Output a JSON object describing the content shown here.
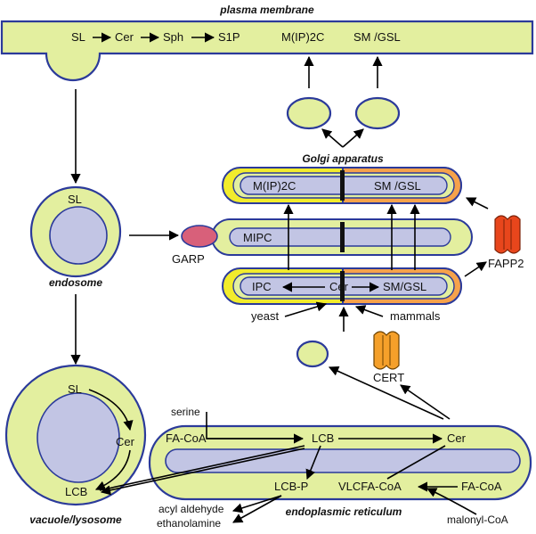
{
  "colors": {
    "membrane_fill": "#e3ef9f",
    "membrane_stroke": "#2b3a9a",
    "lumen_fill": "#c2c5e4",
    "golgi_yellow": "#f2ec2c",
    "golgi_orange": "#f6a24b",
    "garp": "#d8607a",
    "fapp2": "#e8461c",
    "cert": "#f5a02a"
  },
  "icons": {
    "garp": "ellipse-protein-icon",
    "fapp2": "protein-domain-icon",
    "cert": "protein-domain-icon"
  },
  "plasma_membrane": {
    "title": "plasma membrane",
    "sl": "SL",
    "cer": "Cer",
    "sph": "Sph",
    "s1p": "S1P",
    "mip2c": "M(IP)2C",
    "smgsl": "SM /GSL"
  },
  "golgi": {
    "title": "Golgi apparatus",
    "top_left": "M(IP)2C",
    "top_right": "SM /GSL",
    "mid": "MIPC",
    "bottom_ipc": "IPC",
    "bottom_cer": "Cer",
    "bottom_smgsl": "SM/GSL",
    "yeast": "yeast",
    "mammals": "mammals"
  },
  "proteins": {
    "garp": "GARP",
    "fapp2": "FAPP2",
    "cert": "CERT"
  },
  "endosome": {
    "title": "endosome",
    "sl": "SL"
  },
  "vacuole": {
    "title": "vacuole/lysosome",
    "sl": "SL",
    "cer": "Cer",
    "lcb": "LCB"
  },
  "er": {
    "title": "endoplasmic reticulum",
    "serine": "serine",
    "facoa_left": "FA-CoA",
    "lcb": "LCB",
    "cer": "Cer",
    "lcbp": "LCB-P",
    "vlcfacoa": "VLCFA-CoA",
    "facoa_right": "FA-CoA",
    "acyl_aldehyde": "acyl aldehyde",
    "ethanolamine": "ethanolamine",
    "malonylcoa": "malonyl-CoA"
  }
}
